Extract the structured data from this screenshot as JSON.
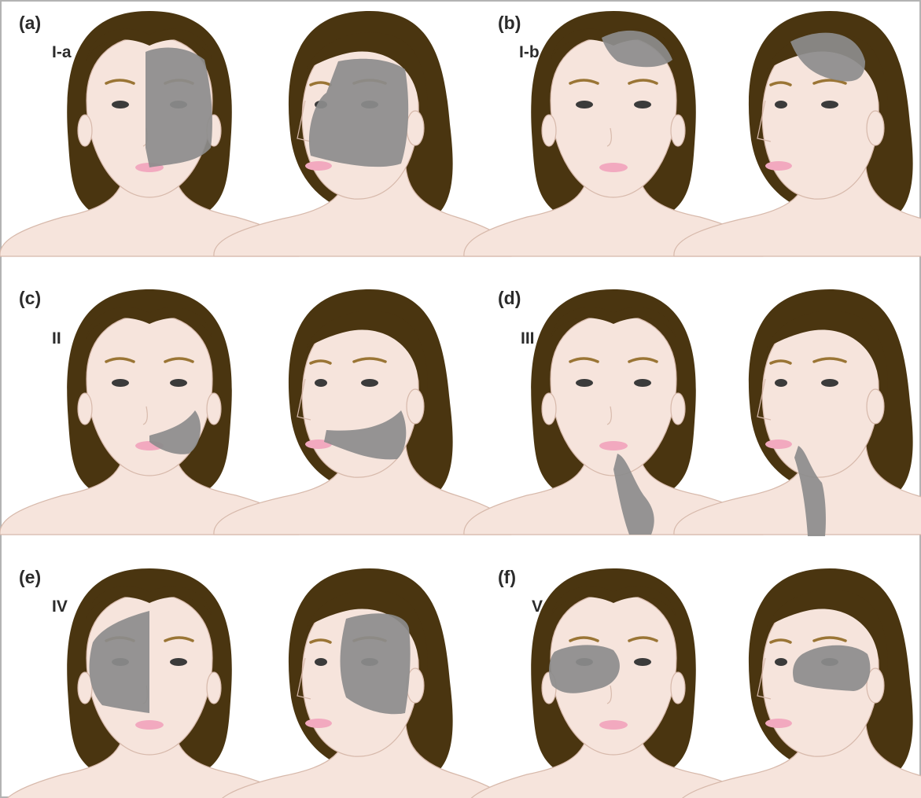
{
  "figure": {
    "panels": [
      {
        "letter": "(a)",
        "type": "I-a"
      },
      {
        "letter": "(b)",
        "type": "I-b"
      },
      {
        "letter": "(c)",
        "type": "II"
      },
      {
        "letter": "(d)",
        "type": "III"
      },
      {
        "letter": "(e)",
        "type": "IV"
      },
      {
        "letter": "(f)",
        "type": "V"
      }
    ]
  },
  "colors": {
    "hair": "#4a3510",
    "skin": "#f6e4dc",
    "skin_outline": "#d7b9ab",
    "lips": "#f2a9bf",
    "brows": "#9a7535",
    "eyes": "#3b3b3b",
    "lesion": "#8c8c8c",
    "frame": "#b3b3b3",
    "label_text": "#2b2b2b"
  }
}
